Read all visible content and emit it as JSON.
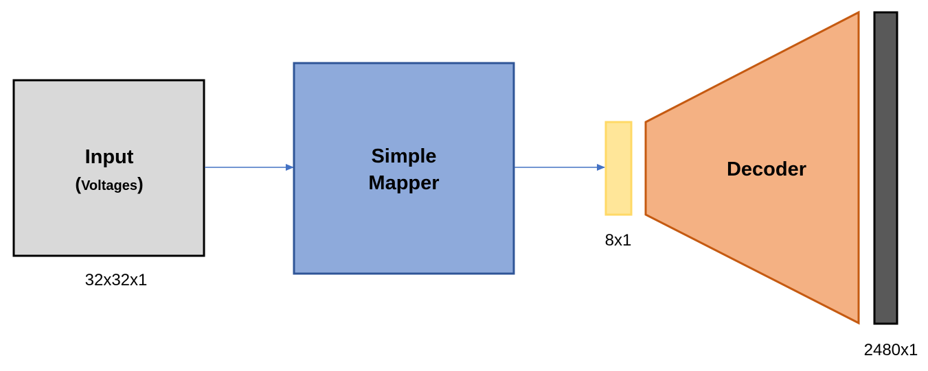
{
  "input_block": {
    "title": "Input",
    "subtitle_open": "(",
    "subtitle_text": "Voltages",
    "subtitle_close": ")",
    "dimension": "32x32x1"
  },
  "mapper_block": {
    "line1": "Simple",
    "line2": "Mapper"
  },
  "latent_block": {
    "dimension": "8x1"
  },
  "decoder_block": {
    "title": "Decoder"
  },
  "output_block": {
    "dimension": "2480x1"
  },
  "colors": {
    "input_fill": "#d9d9d9",
    "input_stroke": "#000000",
    "mapper_fill": "#8eaadb",
    "mapper_stroke": "#2f5597",
    "latent_fill": "#ffe699",
    "latent_stroke": "#ffd966",
    "decoder_fill": "#f4b183",
    "decoder_stroke": "#c55a11",
    "output_fill": "#595959",
    "output_stroke": "#000000",
    "arrow": "#4472c4"
  }
}
